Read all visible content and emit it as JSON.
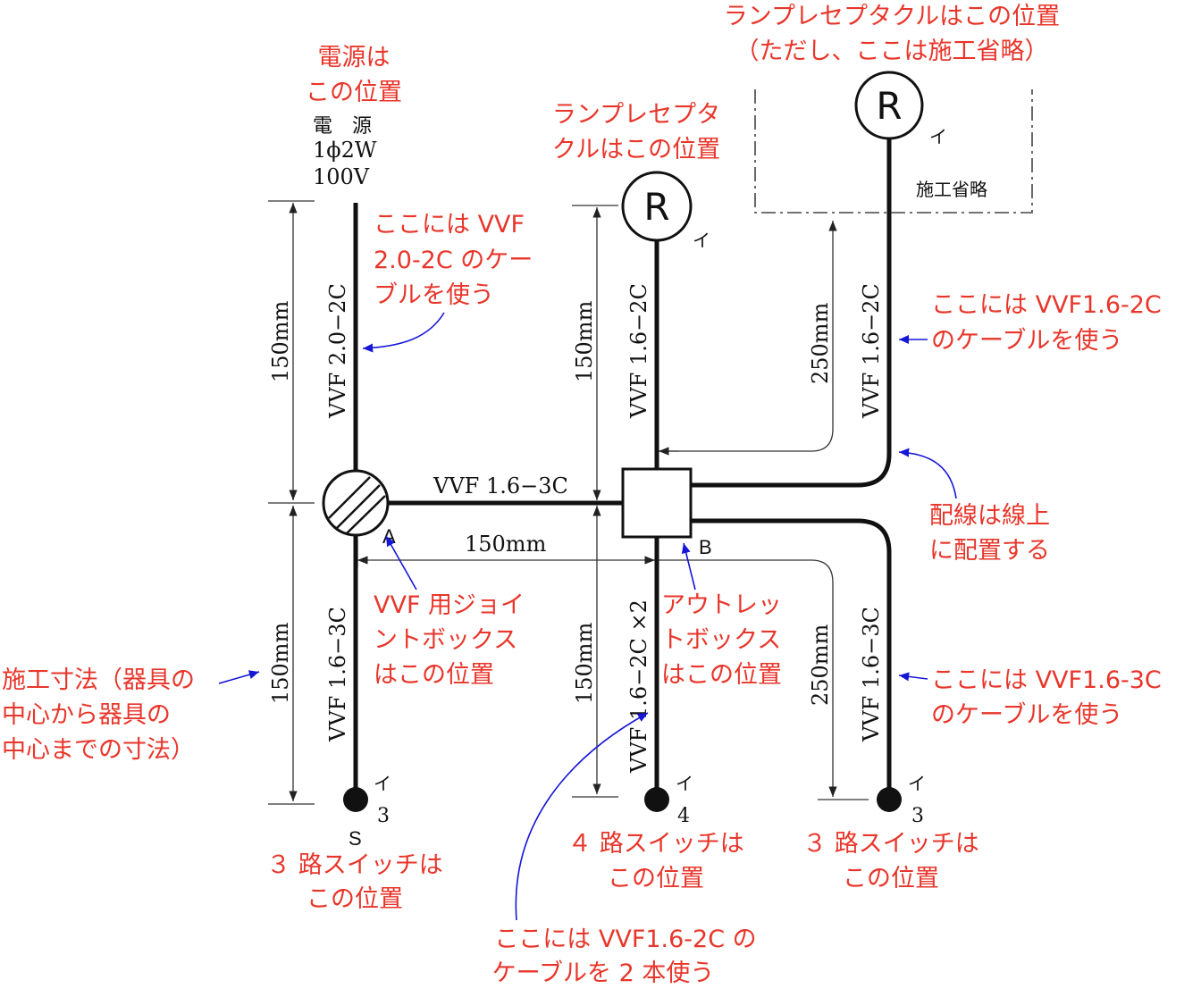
{
  "diagram": {
    "power": {
      "symbol_line1": "電　源",
      "symbol_line2": "1ϕ2W",
      "symbol_line3": "100V",
      "note_line1": "電源は",
      "note_line2": "この位置"
    },
    "cables": {
      "power_cable": "VVF 2.0−2C",
      "joint_to_box": "VVF 1.6−3C",
      "switch_s3_cable": "VVF 1.6−3C",
      "receptacle_cable": "VVF 1.6−2C",
      "switch4_cable": "VVF 1.6−2C ×2",
      "right_upper_cable": "VVF 1.6−2C",
      "right_lower_cable": "VVF 1.6−3C"
    },
    "dimensions": {
      "left_upper": "150mm",
      "left_lower": "150mm",
      "mid_upper": "150mm",
      "mid_lower": "150mm",
      "horizontal": "150mm",
      "right_upper": "250mm",
      "right_lower": "250mm"
    },
    "symbols": {
      "receptacle": "R",
      "i_mark": "イ",
      "joint_box_label": "A",
      "outlet_box_label": "B",
      "switch_s_label": "S",
      "switch3_number": "3",
      "switch4_number": "4",
      "omitted_label": "施工省略"
    },
    "notes": {
      "receptacle_omitted_line1": "ランプレセプタクルはこの位置",
      "receptacle_omitted_line2": "（ただし、ここは施工省略）",
      "receptacle_line1": "ランプレセプタ",
      "receptacle_line2": "クルはこの位置",
      "vvf20_line1": "ここには VVF",
      "vvf20_line2": "2.0-2C のケー",
      "vvf20_line3": "ブルを使う",
      "vvf16_2c_line1": "ここには VVF1.6-2C",
      "vvf16_2c_line2": "のケーブルを使う",
      "wiring_line1": "配線は線上",
      "wiring_line2": "に配置する",
      "joint_line1": "VVF 用ジョイ",
      "joint_line2": "ントボックス",
      "joint_line3": "はこの位置",
      "outlet_line1": "アウトレッ",
      "outlet_line2": "トボックス",
      "outlet_line3": "はこの位置",
      "dimension_line1": "施工寸法（器具の",
      "dimension_line2": "中心から器具の",
      "dimension_line3": "中心までの寸法）",
      "vvf16_3c_line1": "ここには VVF1.6-3C",
      "vvf16_3c_line2": "のケーブルを使う",
      "sw3_left_line1": "３ 路スイッチは",
      "sw3_left_line2": "この位置",
      "sw4_line1": "４ 路スイッチは",
      "sw4_line2": "この位置",
      "sw3_right_line1": "３ 路スイッチは",
      "sw3_right_line2": "この位置",
      "vvf16_2c_x2_line1": "ここには VVF1.6-2C の",
      "vvf16_2c_x2_line2": "ケーブルを 2 本使う"
    }
  }
}
